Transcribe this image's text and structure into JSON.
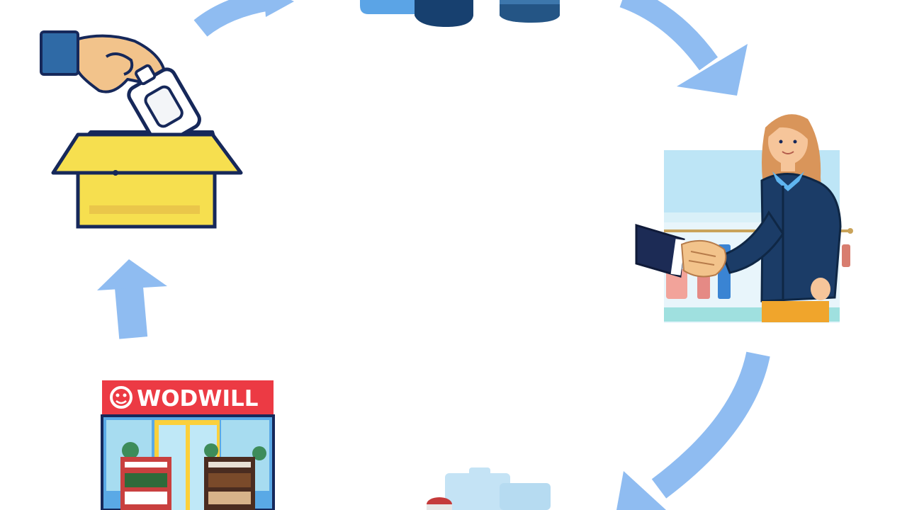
{
  "diagram": {
    "type": "cycle",
    "steps": [
      {
        "id": "donate",
        "icon": "hand-dropping-item-into-box-icon"
      },
      {
        "id": "sort",
        "icon": "clothing-stack-icon"
      },
      {
        "id": "sell",
        "icon": "shop-assistant-handshake-icon"
      },
      {
        "id": "store",
        "icon": "thrift-store-front-icon",
        "label": "WODWILL"
      }
    ]
  },
  "colors": {
    "arrow": "#8fbcf1",
    "box": "#f6df4f",
    "sign": "#ec3a44",
    "outline": "#16285a"
  }
}
